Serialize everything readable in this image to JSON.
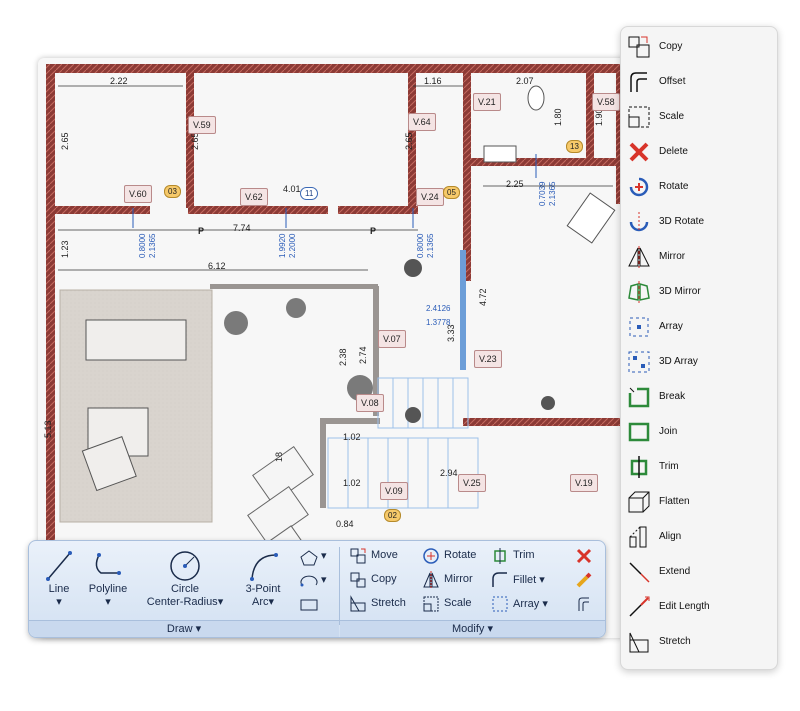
{
  "plan": {
    "dims": [
      "2.22",
      "1.16",
      "2.07",
      "2.65",
      "2.65",
      "2.65",
      "1.80",
      "1.90",
      "7.74",
      "4.01",
      "2.25",
      "1.23",
      "6.12",
      "2.38",
      "2.74",
      "4.72",
      "3.33",
      "1.02",
      "1.02",
      "2.94",
      "0.84",
      "5.13",
      "18"
    ],
    "blue_dims": [
      "0.8000",
      "2.1365",
      "1.9920",
      "2.2000",
      "0.8000",
      "2.1365",
      "0.7039",
      "2.1365",
      "2.4126",
      "1.3778"
    ],
    "tags": [
      "V.59",
      "V.64",
      "V.21",
      "V.58",
      "V.60",
      "V.62",
      "V.24",
      "V.07",
      "V.23",
      "V.08",
      "V.25",
      "V.19",
      "V.09"
    ],
    "numbers": [
      "03",
      "05",
      "13",
      "02"
    ],
    "hex": "11",
    "pin": "P"
  },
  "ribbon": {
    "draw": {
      "line": "Line",
      "polyline": "Polyline",
      "circle_1": "Circle",
      "circle_2": "Center-Radius",
      "arc_1": "3-Point",
      "arc_2": "Arc",
      "dropdown_glyph": "▾",
      "footer": "Draw ▾"
    },
    "modify": {
      "move": "Move",
      "rotate": "Rotate",
      "trim": "Trim",
      "copy": "Copy",
      "mirror": "Mirror",
      "fillet": "Fillet ▾",
      "stretch": "Stretch",
      "scale": "Scale",
      "array": "Array ▾",
      "footer": "Modify ▾"
    }
  },
  "menu": {
    "items": [
      "Copy",
      "Offset",
      "Scale",
      "Delete",
      "Rotate",
      "3D Rotate",
      "Mirror",
      "3D Mirror",
      "Array",
      "3D Array",
      "Break",
      "Join",
      "Trim",
      "Flatten",
      "Align",
      "Extend",
      "Edit Length",
      "Stretch"
    ]
  },
  "colors": {
    "wall": "#8c3a35",
    "accent_blue": "#2a5cb8",
    "ribbon_bg": "#dce7f5",
    "delete_red": "#d8342a",
    "join_green": "#2d8a3a"
  }
}
